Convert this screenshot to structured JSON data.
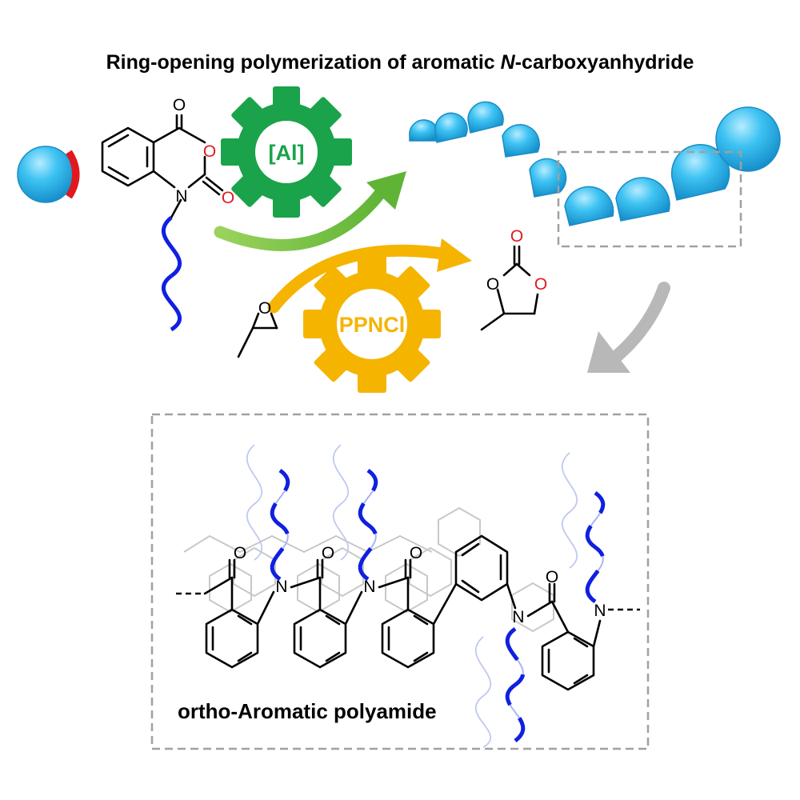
{
  "title": {
    "prefix": "Ring-opening polymerization of aromatic ",
    "italic": "N",
    "suffix": "-carboxyanhydride"
  },
  "catalysts": {
    "metal": {
      "label": "[Al]",
      "color": "#1aa34a"
    },
    "cocatalyst": {
      "label": "PPNCl",
      "color": "#f5b400"
    }
  },
  "atoms": {
    "oxygen": "O",
    "nitrogen": "N"
  },
  "product": {
    "caption": "ortho-Aromatic polyamide"
  },
  "colors": {
    "bead": "#2fb8ec",
    "bead_highlight": "#8fe0ff",
    "initiator_cap": "#e0191f",
    "oxygen": "#e0191f",
    "dna_strand": "#1020e0",
    "arrow_green": "#7cc644",
    "arrow_gray": "#b8b8b8",
    "frame": "#a0a0a0"
  }
}
